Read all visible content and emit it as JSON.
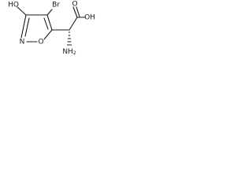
{
  "molecule": {
    "labels": {
      "ho": "HO",
      "br": "Br",
      "n": "N",
      "o_ring": "O",
      "o_acid": "O",
      "oh_acid": "OH",
      "nh2": "NH",
      "nh2_sub": "2"
    }
  }
}
